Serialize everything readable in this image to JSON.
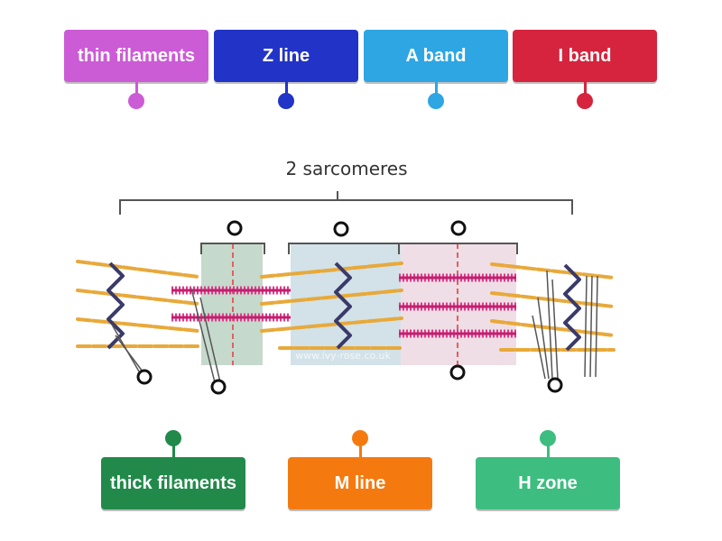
{
  "diagram": {
    "caption": "2 sarcomeres",
    "watermark": "www.ivy-rose.co.uk"
  },
  "labels": [
    {
      "id": "thin-filaments",
      "text": "thin filaments",
      "color": "#cc5bd6"
    },
    {
      "id": "z-line",
      "text": "Z line",
      "color": "#2233c7"
    },
    {
      "id": "a-band",
      "text": "A band",
      "color": "#2da6e3"
    },
    {
      "id": "i-band",
      "text": "I band",
      "color": "#d6243e"
    },
    {
      "id": "thick-filaments",
      "text": "thick filaments",
      "color": "#218a4a"
    },
    {
      "id": "m-line",
      "text": "M line",
      "color": "#f47a10"
    },
    {
      "id": "h-zone",
      "text": "H zone",
      "color": "#3dbd7f"
    }
  ]
}
